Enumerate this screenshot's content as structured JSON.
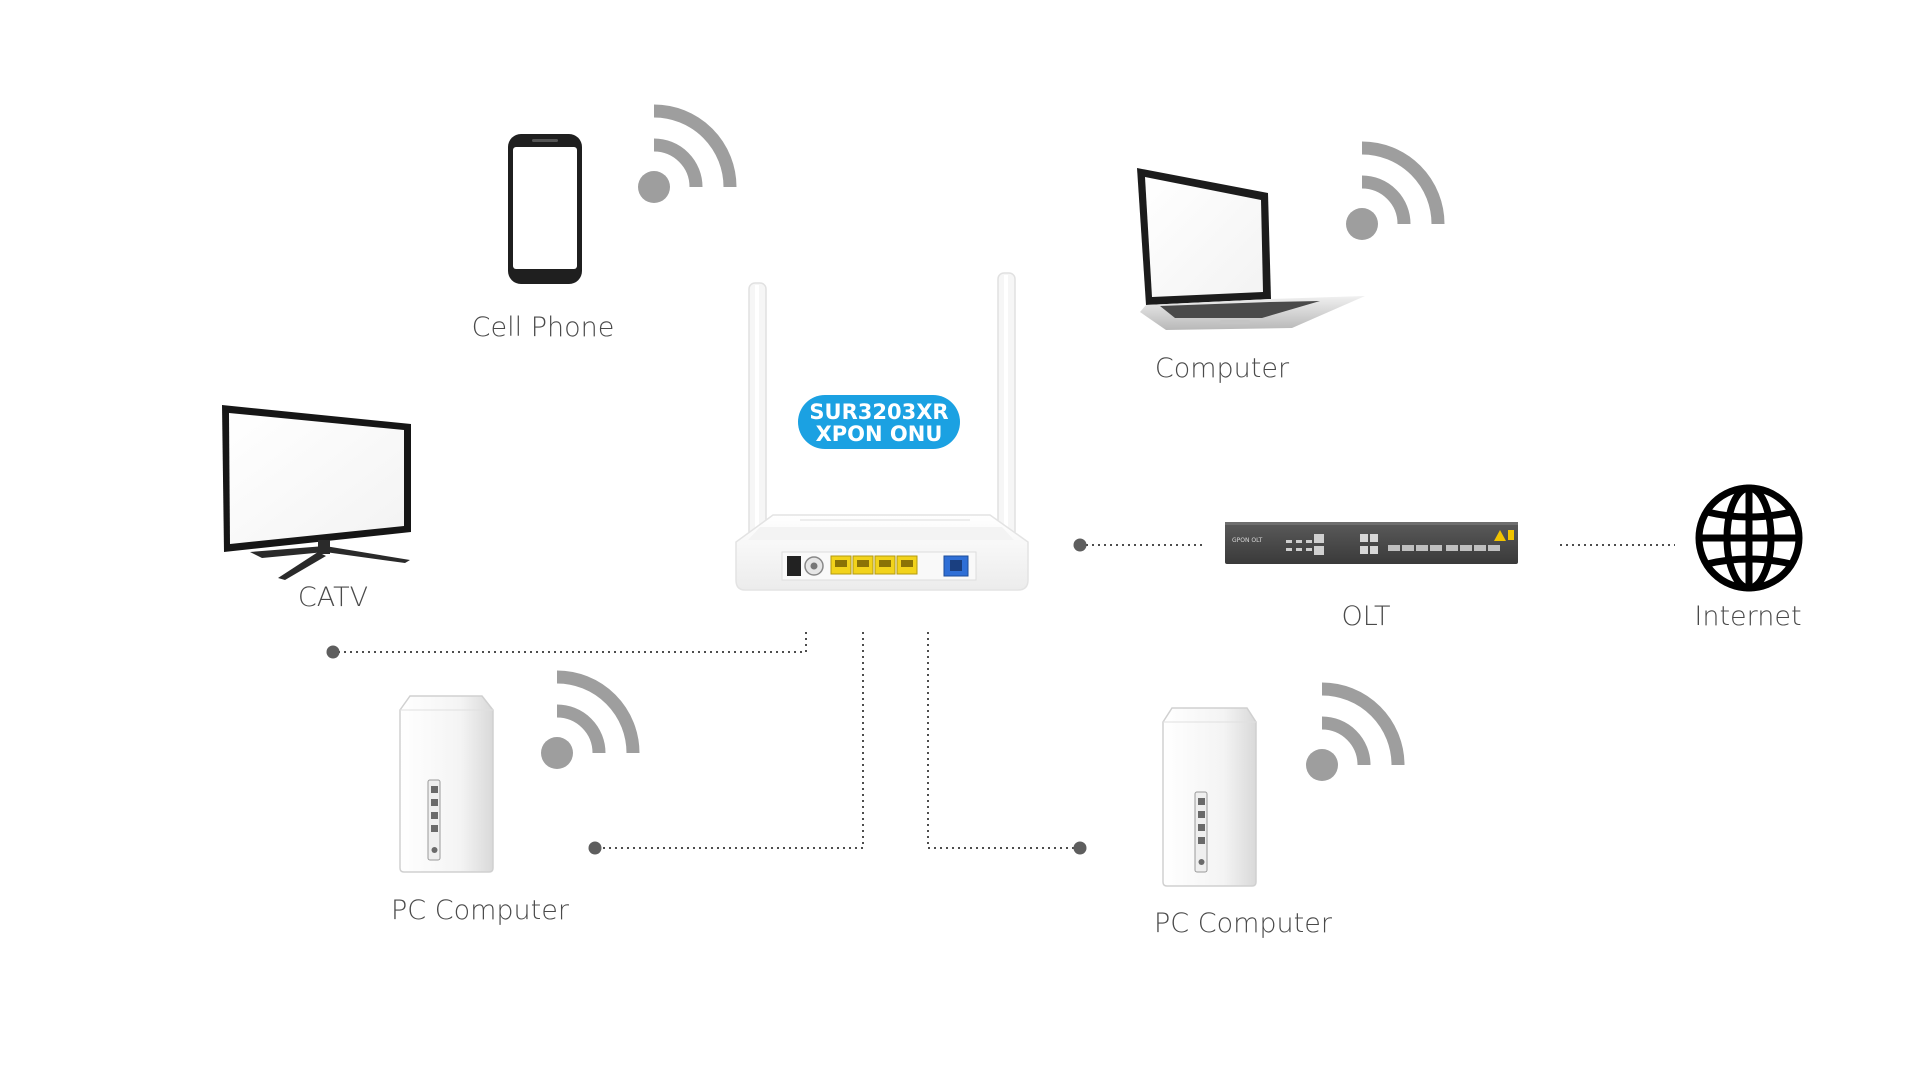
{
  "devices": {
    "cell_phone": {
      "label": "Cell Phone"
    },
    "computer": {
      "label": "Computer"
    },
    "catv": {
      "label": "CATV"
    },
    "olt": {
      "label": "OLT",
      "panel_text": "GPON OLT"
    },
    "internet": {
      "label": "Internet"
    },
    "pc_left": {
      "label": "PC Computer"
    },
    "pc_right": {
      "label": "PC Computer"
    }
  },
  "onu": {
    "model": "SUR3203XR",
    "type": "XPON ONU",
    "badge_color": "#1ba1e2",
    "port_color": "#f2d31b",
    "pon_port_color": "#2f6fd6"
  },
  "colors": {
    "wifi": "#9e9e9e",
    "connector": "#4d4d4d"
  }
}
